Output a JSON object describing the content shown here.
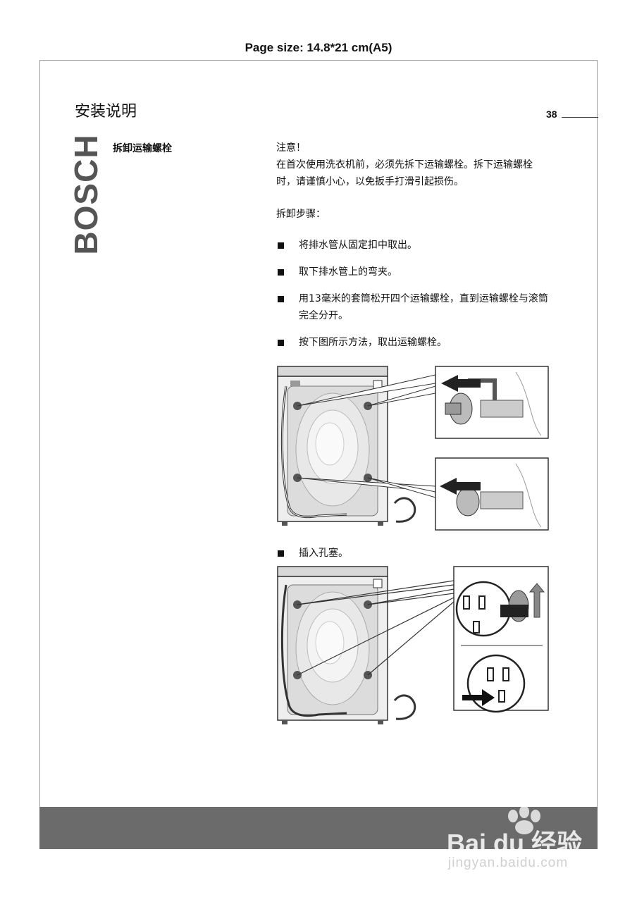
{
  "header": {
    "page_size": "Page size: 14.8*21 cm(A5)"
  },
  "page": {
    "title": "安装说明",
    "number": "38"
  },
  "brand": {
    "logo_text": "BOSCH"
  },
  "section": {
    "heading": "拆卸运输螺栓"
  },
  "notice": {
    "title": "注意！",
    "body": "在首次使用洗衣机前，必须先拆下运输螺栓。拆下运输螺栓时，请谨慎小心，以免扳手打滑引起损伤。"
  },
  "steps": {
    "title": "拆卸步骤：",
    "items": [
      "将排水管从固定扣中取出。",
      "取下排水管上的弯夹。",
      "用13毫米的套筒松开四个运输螺栓，直到运输螺栓与滚筒完全分开。",
      "按下图所示方法，取出运输螺栓。",
      "插入孔塞。"
    ]
  },
  "watermark": {
    "brand": "Bai du 经验",
    "url": "jingyan.baidu.com"
  }
}
